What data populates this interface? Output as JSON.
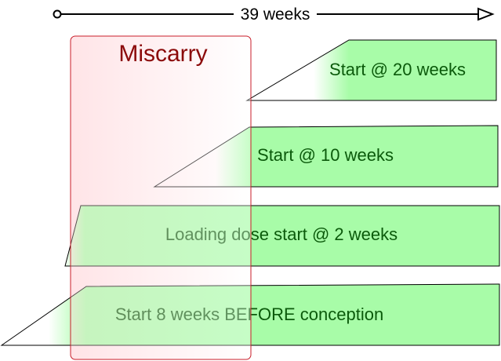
{
  "timeline": {
    "label": "39 weeks",
    "start_marker": "circle",
    "end_marker": "open-triangle-arrow"
  },
  "miscarry_zone": {
    "label": "Miscarry",
    "fill_color": "#ffe8ea",
    "border_color": "#c81e2a",
    "text_color": "#8b0a0a"
  },
  "bars": [
    {
      "label": "Start @ 20 weeks"
    },
    {
      "label": "Start @ 10 weeks"
    },
    {
      "label": "Loading dose start @ 2 weeks"
    },
    {
      "label": "Start 8 weeks BEFORE conception"
    }
  ],
  "colors": {
    "bar_fill": "#a8fca8",
    "bar_text": "#0b5a0b",
    "bar_stroke": "#000000"
  }
}
